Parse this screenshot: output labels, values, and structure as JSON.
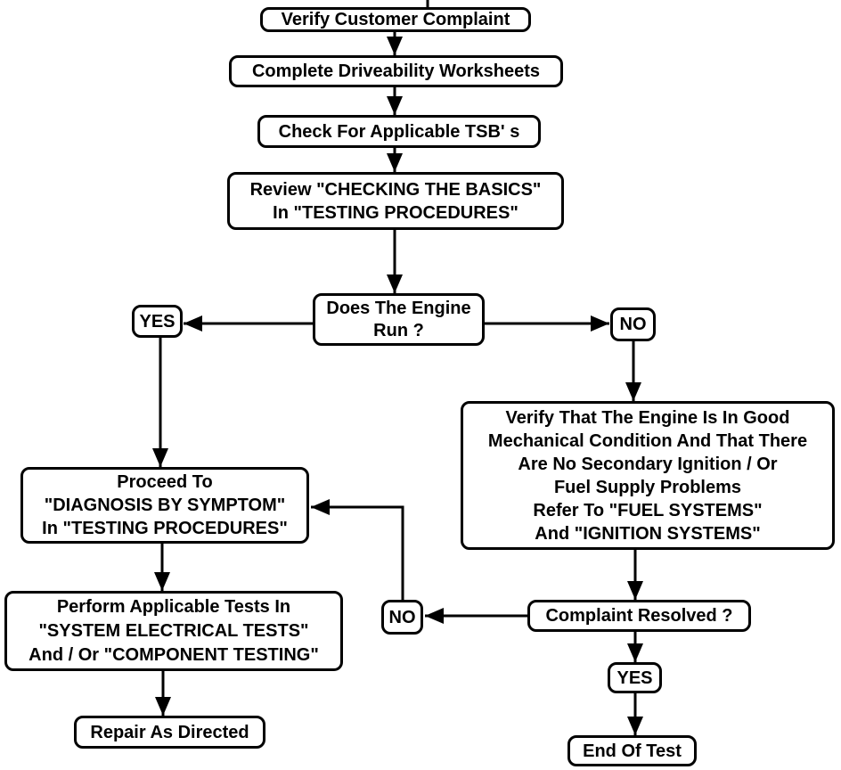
{
  "diagram": {
    "nodes": {
      "verify_complaint": {
        "label": "Verify Customer Complaint"
      },
      "worksheets": {
        "label": "Complete Driveability Worksheets"
      },
      "tsb": {
        "label": "Check For Applicable TSB' s"
      },
      "review_basics": {
        "lines": [
          "Review \"CHECKING THE BASICS\"",
          "In \"TESTING PROCEDURES\""
        ]
      },
      "engine_run": {
        "lines": [
          "Does The Engine",
          "Run ?"
        ]
      },
      "yes_engine_runs": {
        "label": "YES"
      },
      "no_engine_runs": {
        "label": "NO"
      },
      "verify_engine_condition": {
        "lines": [
          "Verify That The Engine Is In Good",
          "Mechanical Condition And That There",
          "Are No Secondary Ignition / Or",
          "Fuel Supply Problems",
          "Refer To \"FUEL SYSTEMS\"",
          "And \"IGNITION SYSTEMS\""
        ]
      },
      "proceed_diagnosis": {
        "lines": [
          "Proceed To",
          "\"DIAGNOSIS BY SYMPTOM\"",
          "In \"TESTING PROCEDURES\""
        ]
      },
      "perform_tests": {
        "lines": [
          "Perform Applicable Tests In",
          "\"SYSTEM ELECTRICAL TESTS\"",
          "And / Or \"COMPONENT TESTING\""
        ]
      },
      "repair": {
        "label": "Repair As Directed"
      },
      "no_not_resolved": {
        "label": "NO"
      },
      "complaint_resolved": {
        "label": "Complaint Resolved ?"
      },
      "yes_resolved": {
        "label": "YES"
      },
      "end_of_test": {
        "label": "End Of Test"
      }
    },
    "colors": {
      "line": "#000000",
      "box_fill": "#ffffff",
      "background": "#ffffff",
      "text": "#000000"
    }
  }
}
